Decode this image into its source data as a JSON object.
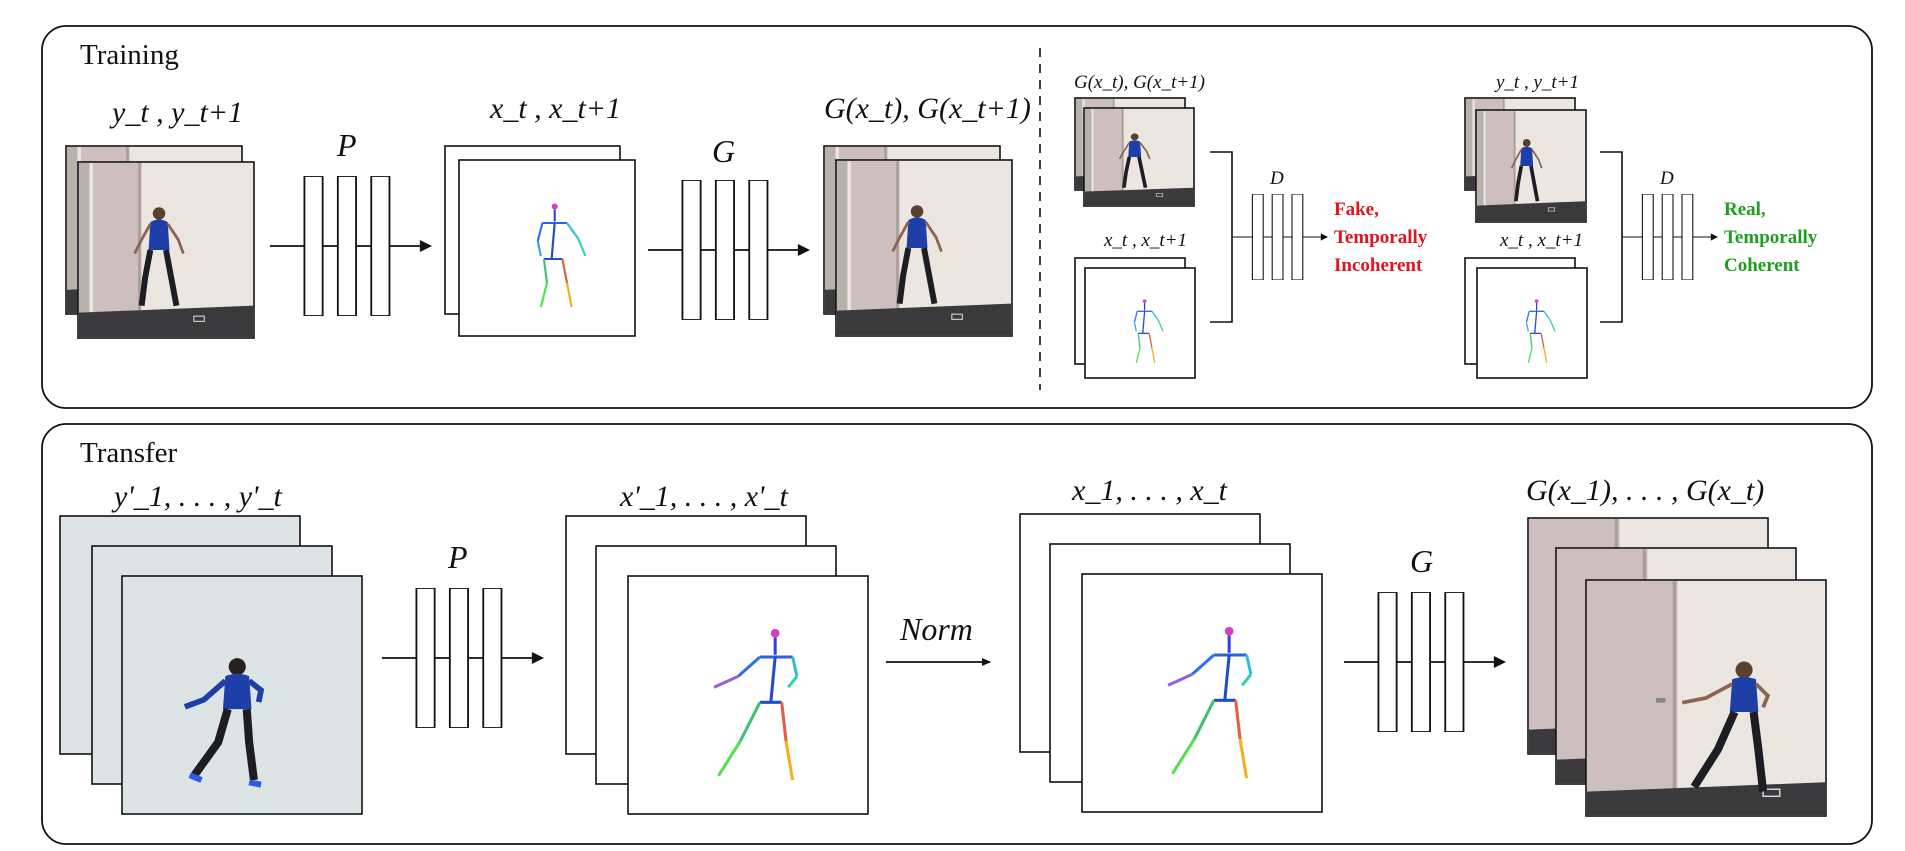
{
  "training": {
    "title": "Training",
    "input_label": "y_t , y_t+1",
    "pose_op": "P",
    "pose_label": "x_t , x_t+1",
    "gen_op": "G",
    "output_label": "G(x_t), G(x_t+1)",
    "fake_top_label": "G(x_t), G(x_t+1)",
    "fake_bottom_label": "x_t , x_t+1",
    "disc_op_1": "D",
    "fake_verdict": [
      "Fake,",
      "Temporally",
      "Incoherent"
    ],
    "real_top_label": "y_t , y_t+1",
    "real_bottom_label": "x_t , x_t+1",
    "disc_op_2": "D",
    "real_verdict": [
      "Real,",
      "Temporally",
      "Coherent"
    ]
  },
  "transfer": {
    "title": "Transfer",
    "source_label": "y'_1, . . . , y'_t",
    "pose_op": "P",
    "pose_label": "x'_1, . . . , x'_t",
    "norm_op": "Norm",
    "norm_label": "x_1, . . . , x_t",
    "gen_op": "G",
    "output_label": "G(x_1), . . . , G(x_t)"
  },
  "colors": {
    "fake": "#e0141e",
    "real": "#1e9e1e",
    "shirt": "#1f3fa8",
    "wall": "#ece6e0",
    "door": "#cdbfbf",
    "floor": "#3a3a3c",
    "studio": "#dde4e6"
  },
  "icons": [
    "right-arrow-icon",
    "pose-skeleton-icon",
    "dancer-photo-icon"
  ]
}
